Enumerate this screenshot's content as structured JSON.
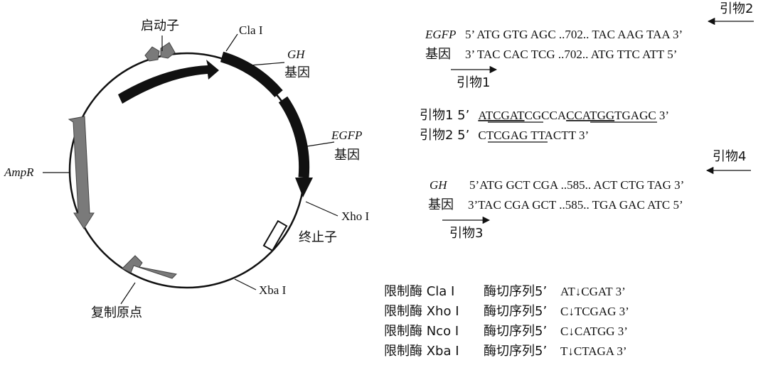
{
  "plasmid": {
    "promoter": "启动子",
    "cla": "Cla I",
    "gh": "GH",
    "gh_gene": "基因",
    "egfp": "EGFP",
    "egfp_gene": "基因",
    "xho": "Xho I",
    "terminator": "终止子",
    "xba": "Xba I",
    "ori": "复制原点",
    "ampr": "AmpR"
  },
  "egfp_seq": {
    "primer2_label": "引物2",
    "gene_name": "EGFP",
    "gene_label": "基因",
    "top": "5’ ATG GTG AGC ..702.. TAC AAG TAA 3’",
    "bottom": "3’ TAC CAC TCG ..702.. ATG TTC ATT 5’",
    "primer1_label": "引物1"
  },
  "primers": {
    "p1_name": "引物1 5’",
    "p1_a": "ATCGAT",
    "p1_b": "CGCCA",
    "p1_c": "CCATGG",
    "p1_d": "TGAGC 3’",
    "p2_name": "引物2 5’",
    "p2_a": "CTCGAG",
    "p2_b": " TTACTT 3’"
  },
  "gh_seq": {
    "primer4_label": "引物4",
    "gene_name": "GH",
    "gene_label": "基因",
    "top": "5’ATG GCT CGA ..585.. ACT CTG TAG 3’",
    "bottom": "3’TAC CGA GCT ..585.. TGA GAC ATC 5’",
    "primer3_label": "引物3"
  },
  "enzymes": [
    {
      "name": "限制酶 Cla I",
      "site_label": "酶切序列5’",
      "site": "AT↓CGAT  3’"
    },
    {
      "name": "限制酶 Xho I",
      "site_label": "酶切序列5’",
      "site": "C↓TCGAG  3’"
    },
    {
      "name": "限制酶 Nco I",
      "site_label": "酶切序列5’",
      "site": "C↓CATGG  3’"
    },
    {
      "name": "限制酶 Xba I",
      "site_label": "酶切序列5’",
      "site": "T↓CTAGA  3’"
    }
  ],
  "colors": {
    "gene_block": "#111111",
    "element_gray": "#7a7a7a",
    "line": "#111111"
  }
}
